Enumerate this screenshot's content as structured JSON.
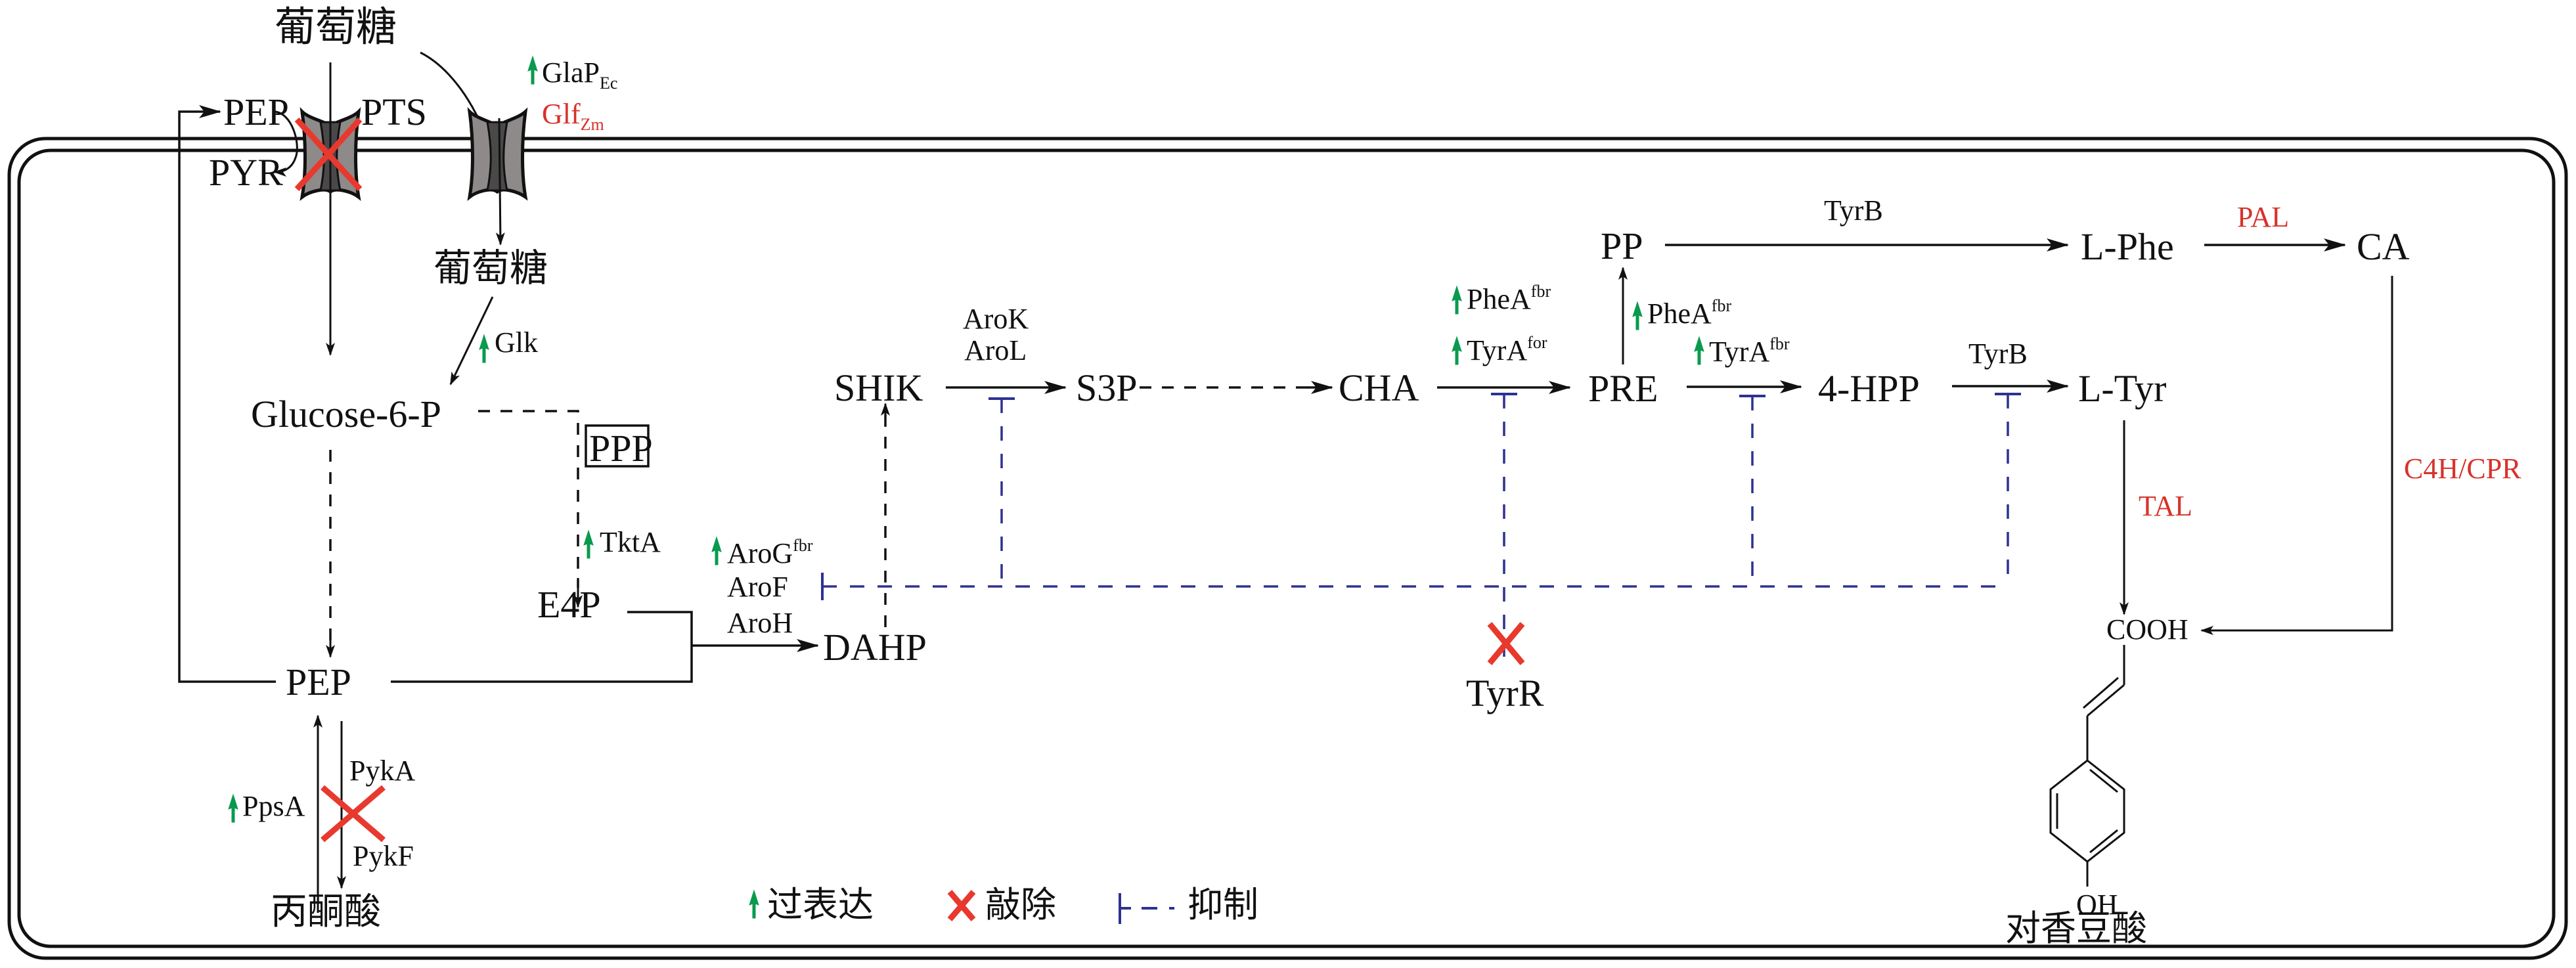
{
  "colors": {
    "text": "#111111",
    "heterologous_enzyme": "#d7322b",
    "overexpression_arrow": "#0a9a4e",
    "knockout_cross": "#e8392e",
    "inhibition": "#2e3192",
    "transporter_light": "#a19d9c",
    "transporter_dark": "#4a4848"
  },
  "extracellular": {
    "glucose": "葡萄糖"
  },
  "transporters": {
    "pts": {
      "label": "PTS",
      "knocked_out": true,
      "pep": "PEP",
      "pyr": "PYR"
    },
    "glf": {
      "enzyme1": {
        "name": "GlaP",
        "sub": "Ec",
        "overexpressed": true
      },
      "enzyme2": {
        "name": "Glf",
        "sub": "Zm",
        "heterologous": true
      }
    }
  },
  "metabolites": {
    "glucose_in": "葡萄糖",
    "g6p": "Glucose-6-P",
    "ppp": "PPP",
    "e4p": "E4P",
    "pep": "PEP",
    "pyruvate": "丙酮酸",
    "dahp": "DAHP",
    "shik": "SHIK",
    "s3p": "S3P",
    "cha": "CHA",
    "pre": "PRE",
    "pp": "PP",
    "hpp": "4-HPP",
    "lphe": "L-Phe",
    "ltyr": "L-Tyr",
    "ca": "CA",
    "cooh": "COOH",
    "oh": "OH",
    "product": "对香豆酸"
  },
  "enzymes": {
    "glk": {
      "name": "Glk",
      "overexpressed": true
    },
    "tkta": {
      "name": "TktA",
      "overexpressed": true
    },
    "arog": {
      "name": "AroG",
      "sup": "fbr",
      "overexpressed": true
    },
    "arof": {
      "name": "AroF"
    },
    "aroh": {
      "name": "AroH"
    },
    "arok": {
      "name": "AroK"
    },
    "arol": {
      "name": "AroL"
    },
    "phea1": {
      "name": "PheA",
      "sup": "fbr",
      "overexpressed": true
    },
    "tyra1": {
      "name": "TyrA",
      "sup": "for",
      "overexpressed": true
    },
    "phea2": {
      "name": "PheA",
      "sup": "fbr",
      "overexpressed": true
    },
    "tyra2": {
      "name": "TyrA",
      "sup": "fbr",
      "overexpressed": true
    },
    "tyrb_phe": {
      "name": "TyrB"
    },
    "tyrb_tyr": {
      "name": "TyrB"
    },
    "pal": {
      "name": "PAL",
      "heterologous": true
    },
    "tal": {
      "name": "TAL",
      "heterologous": true
    },
    "c4h": {
      "name": "C4H/CPR",
      "heterologous": true
    },
    "ppsa": {
      "name": "PpsA",
      "overexpressed": true
    },
    "pyka": {
      "name": "PykA",
      "knocked_out": true
    },
    "pykf": {
      "name": "PykF",
      "knocked_out": true
    },
    "tyrr": {
      "name": "TyrR",
      "knocked_out": true
    }
  },
  "legend": {
    "overexpression": "过表达",
    "knockout": "敲除",
    "inhibition": "抑制"
  }
}
